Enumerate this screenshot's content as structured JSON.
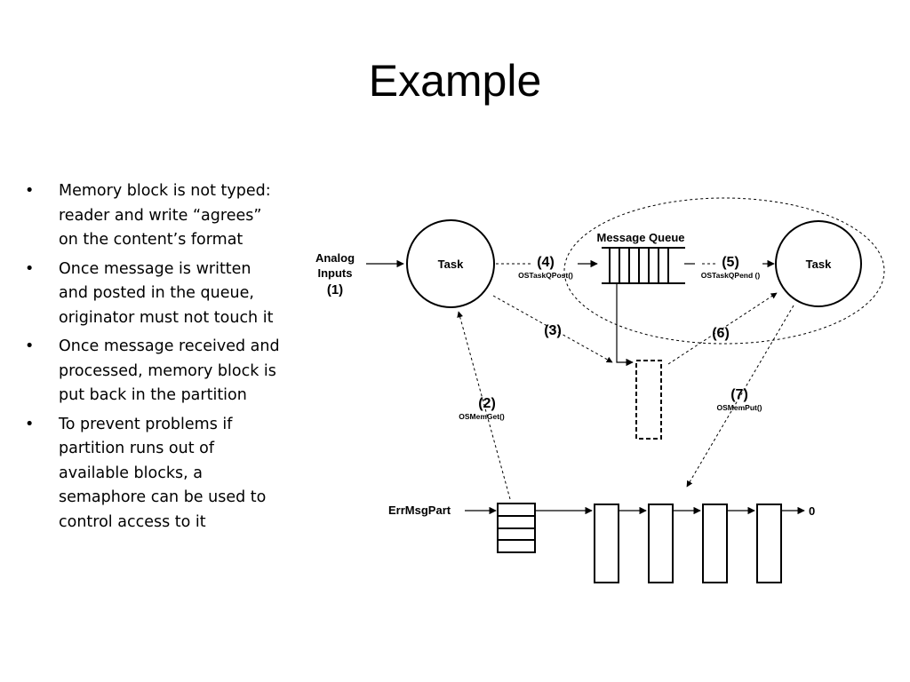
{
  "title": "Example",
  "bullets": [
    "Memory block is not typed: reader and write “agrees” on the content’s format",
    "Once message is written and posted in the queue, originator must not touch it",
    "Once message received and processed, memory block is put back in the partition",
    "To prevent problems if partition runs out of available blocks, a semaphore can be used to control access to it"
  ],
  "bullet_glyph": "•",
  "diagram": {
    "analog_inputs_line1": "Analog",
    "analog_inputs_line2": "Inputs",
    "analog_inputs_num": "(1)",
    "task_left": "Task",
    "task_right": "Task",
    "message_queue": "Message Queue",
    "step2_num": "(2)",
    "step2_call": "OSMemGet()",
    "step3_num": "(3)",
    "step4_num": "(4)",
    "step4_call": "OSTaskQPost()",
    "step5_num": "(5)",
    "step5_call": "OSTaskQPend ()",
    "step6_num": "(6)",
    "step7_num": "(7)",
    "step7_call": "OSMemPut()",
    "partition_label": "ErrMsgPart",
    "end_label": "0"
  }
}
